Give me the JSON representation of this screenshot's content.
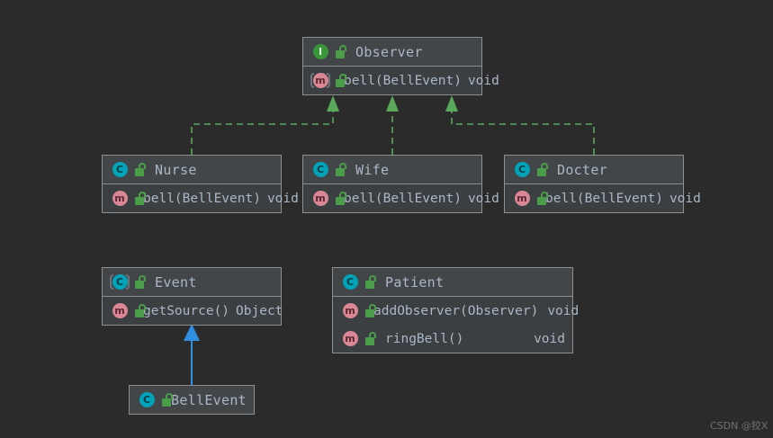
{
  "diagram": {
    "title": "Observer pattern UML class diagram",
    "background_color": "#2b2b2b",
    "box_fill": "#3c3f41",
    "box_header_fill": "#434649",
    "box_border": "#8f8f8f",
    "text_color": "#a9b7c6",
    "realization_color": "#5aa85a",
    "inheritance_color": "#2f8fe0"
  },
  "icons": {
    "interface": "interface-icon",
    "class": "class-icon",
    "abstract_class": "abstract-class-icon",
    "method": "method-icon",
    "abstract_method": "abstract-method-icon",
    "visibility": "public-unlocked-icon",
    "interface_letter": "I",
    "class_letter": "C",
    "method_letter": "m"
  },
  "nodes": {
    "observer": {
      "name": "Observer",
      "stereotype": "interface",
      "members": [
        {
          "name": "bell(BellEvent)",
          "return": "void",
          "kind": "abstract-method"
        }
      ]
    },
    "nurse": {
      "name": "Nurse",
      "stereotype": "class",
      "members": [
        {
          "name": "bell(BellEvent)",
          "return": "void",
          "kind": "method"
        }
      ]
    },
    "wife": {
      "name": "Wife",
      "stereotype": "class",
      "members": [
        {
          "name": "bell(BellEvent)",
          "return": "void",
          "kind": "method"
        }
      ]
    },
    "docter": {
      "name": "Docter",
      "stereotype": "class",
      "members": [
        {
          "name": "bell(BellEvent)",
          "return": "void",
          "kind": "method"
        }
      ]
    },
    "event": {
      "name": "Event",
      "stereotype": "abstract-class",
      "members": [
        {
          "name": "getSource()",
          "return": "Object",
          "kind": "method"
        }
      ]
    },
    "patient": {
      "name": "Patient",
      "stereotype": "class",
      "members": [
        {
          "name": "addObserver(Observer)",
          "return": "void",
          "kind": "method"
        },
        {
          "name": "ringBell()",
          "return": "void",
          "kind": "method"
        }
      ]
    },
    "bellevent": {
      "name": "BellEvent",
      "stereotype": "class",
      "members": []
    }
  },
  "edges": [
    {
      "from": "Nurse",
      "to": "Observer",
      "type": "realization"
    },
    {
      "from": "Wife",
      "to": "Observer",
      "type": "realization"
    },
    {
      "from": "Docter",
      "to": "Observer",
      "type": "realization"
    },
    {
      "from": "BellEvent",
      "to": "Event",
      "type": "generalization"
    }
  ],
  "watermark": {
    "text": "CSDN @狡X"
  }
}
